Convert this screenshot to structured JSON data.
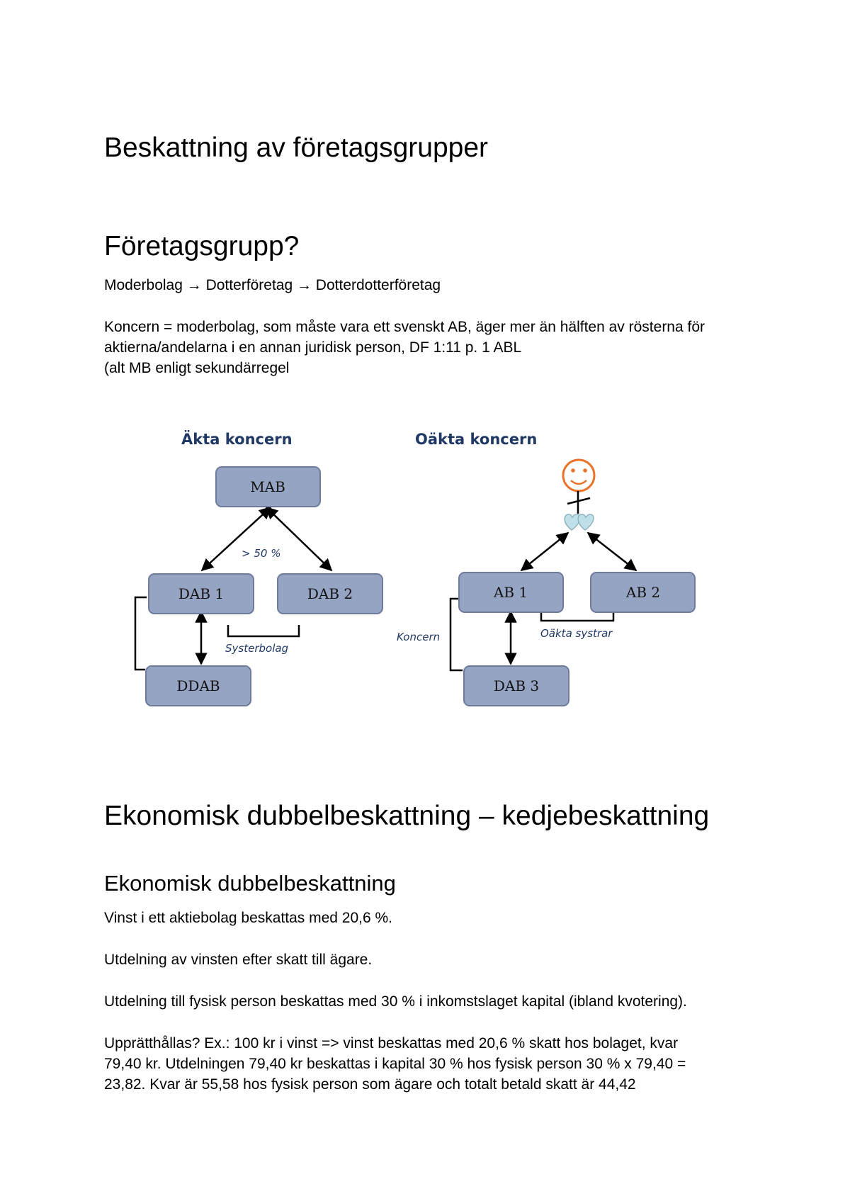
{
  "heading": "Beskattning av företagsgrupper",
  "section1": {
    "title": "Företagsgrupp?",
    "chain": "Moderbolag → Dotterföretag → Dotterdotterföretag",
    "definition_line1": "Koncern = moderbolag, som måste vara ett svenskt AB, äger mer än hälften av rösterna för",
    "definition_line2": "aktierna/andelarna i en annan juridisk person, DF 1:11 p. 1 ABL",
    "definition_line3": "(alt MB enligt sekundärregel"
  },
  "diagram": {
    "left": {
      "title": "Äkta koncern",
      "nodes": [
        "MAB",
        "DAB 1",
        "DAB 2",
        "DDAB"
      ],
      "ownership_label": "> 50 %",
      "sister_label": "Systerbolag"
    },
    "right": {
      "title": "Oäkta koncern",
      "nodes": [
        "AB 1",
        "AB 2",
        "DAB 3"
      ],
      "group_label": "Koncern",
      "sister_label": "Oäkta systrar",
      "colors": {
        "face": "#e8732a",
        "hearts": "#bfe0e8"
      }
    },
    "colors": {
      "box_fill": "#96a4c4",
      "title": "#1f3864"
    }
  },
  "section2": {
    "title": "Ekonomisk dubbelbeskattning – kedjebeskattning",
    "subtitle": "Ekonomisk dubbelbeskattning",
    "p1": "Vinst i ett aktiebolag beskattas med 20,6 %.",
    "p2": "Utdelning av vinsten efter skatt till ägare.",
    "p3": "Utdelning till fysisk person beskattas med 30 % i inkomstslaget kapital (ibland kvotering).",
    "p4_line1": "Upprätthållas? Ex.: 100 kr i vinst => vinst beskattas med 20,6 % skatt hos bolaget, kvar",
    "p4_line2": "79,40 kr. Utdelningen 79,40 kr beskattas i kapital 30 % hos fysisk person 30 % x 79,40 =",
    "p4_line3": "23,82. Kvar är 55,58 hos fysisk person som ägare och totalt betald skatt är 44,42"
  }
}
